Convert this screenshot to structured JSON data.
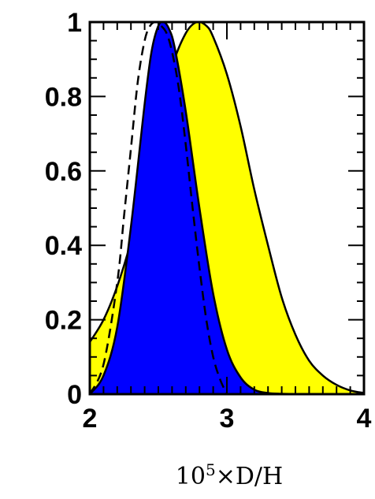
{
  "chart_data": {
    "type": "area",
    "title": "",
    "xlabel_base": "10",
    "xlabel_exp": "5",
    "xlabel_rest": "×D/H",
    "ylabel": "",
    "xlim": [
      2,
      4
    ],
    "ylim": [
      0,
      1
    ],
    "xticks": [
      2,
      3,
      4
    ],
    "xtick_labels": [
      "2",
      "3",
      "4"
    ],
    "yticks": [
      0,
      0.2,
      0.4,
      0.6,
      0.8,
      1
    ],
    "ytick_labels": [
      "0",
      "0.2",
      "0.4",
      "0.6",
      "0.8",
      "1"
    ],
    "grid": false,
    "legend": "none",
    "series": [
      {
        "style": "filled",
        "color": "#ffff00",
        "stroke": "#000000",
        "x": [
          2.0,
          2.1,
          2.2,
          2.3,
          2.4,
          2.5,
          2.6,
          2.7,
          2.78,
          2.85,
          2.9,
          3.0,
          3.1,
          3.2,
          3.3,
          3.4,
          3.5,
          3.6,
          3.7,
          3.8,
          3.9,
          4.0
        ],
        "values": [
          0.14,
          0.2,
          0.29,
          0.41,
          0.56,
          0.73,
          0.88,
          0.97,
          1.0,
          0.99,
          0.96,
          0.86,
          0.72,
          0.55,
          0.4,
          0.26,
          0.16,
          0.09,
          0.05,
          0.025,
          0.01,
          0.003
        ]
      },
      {
        "style": "filled",
        "color": "#0000ff",
        "stroke": "#000000",
        "x": [
          2.0,
          2.1,
          2.2,
          2.3,
          2.4,
          2.45,
          2.5,
          2.54,
          2.58,
          2.62,
          2.7,
          2.8,
          2.9,
          3.0,
          3.1,
          3.2,
          3.3,
          3.4,
          3.5
        ],
        "values": [
          0.0,
          0.05,
          0.18,
          0.45,
          0.78,
          0.92,
          0.99,
          1.0,
          0.98,
          0.93,
          0.76,
          0.5,
          0.27,
          0.12,
          0.045,
          0.012,
          0.003,
          0.001,
          0.0
        ]
      },
      {
        "style": "dashed",
        "color": "#000000",
        "x": [
          2.0,
          2.1,
          2.2,
          2.25,
          2.3,
          2.35,
          2.4,
          2.44,
          2.48,
          2.52,
          2.56,
          2.6,
          2.65,
          2.7,
          2.75,
          2.8,
          2.85,
          2.9,
          2.95,
          3.0
        ],
        "values": [
          0.0,
          0.08,
          0.3,
          0.48,
          0.66,
          0.84,
          0.95,
          0.99,
          1.0,
          0.99,
          0.97,
          0.92,
          0.82,
          0.67,
          0.5,
          0.34,
          0.2,
          0.1,
          0.04,
          0.0
        ]
      }
    ]
  }
}
